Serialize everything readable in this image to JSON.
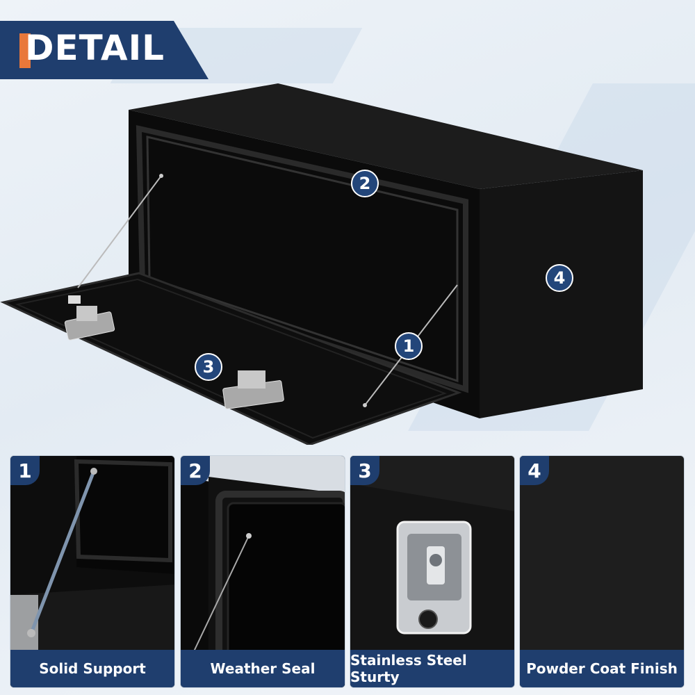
{
  "header": {
    "title": "DETAIL"
  },
  "callouts": [
    "1",
    "2",
    "3",
    "4"
  ],
  "panels": [
    {
      "number": "1",
      "caption": "Solid Support"
    },
    {
      "number": "2",
      "caption": "Weather Seal"
    },
    {
      "number": "3",
      "caption": "Stainless Steel Sturty"
    },
    {
      "number": "4",
      "caption": "Powder Coat Finish"
    }
  ],
  "colors": {
    "accent": "#1f3e6e",
    "highlight": "#e9783a",
    "product": "#111111"
  }
}
